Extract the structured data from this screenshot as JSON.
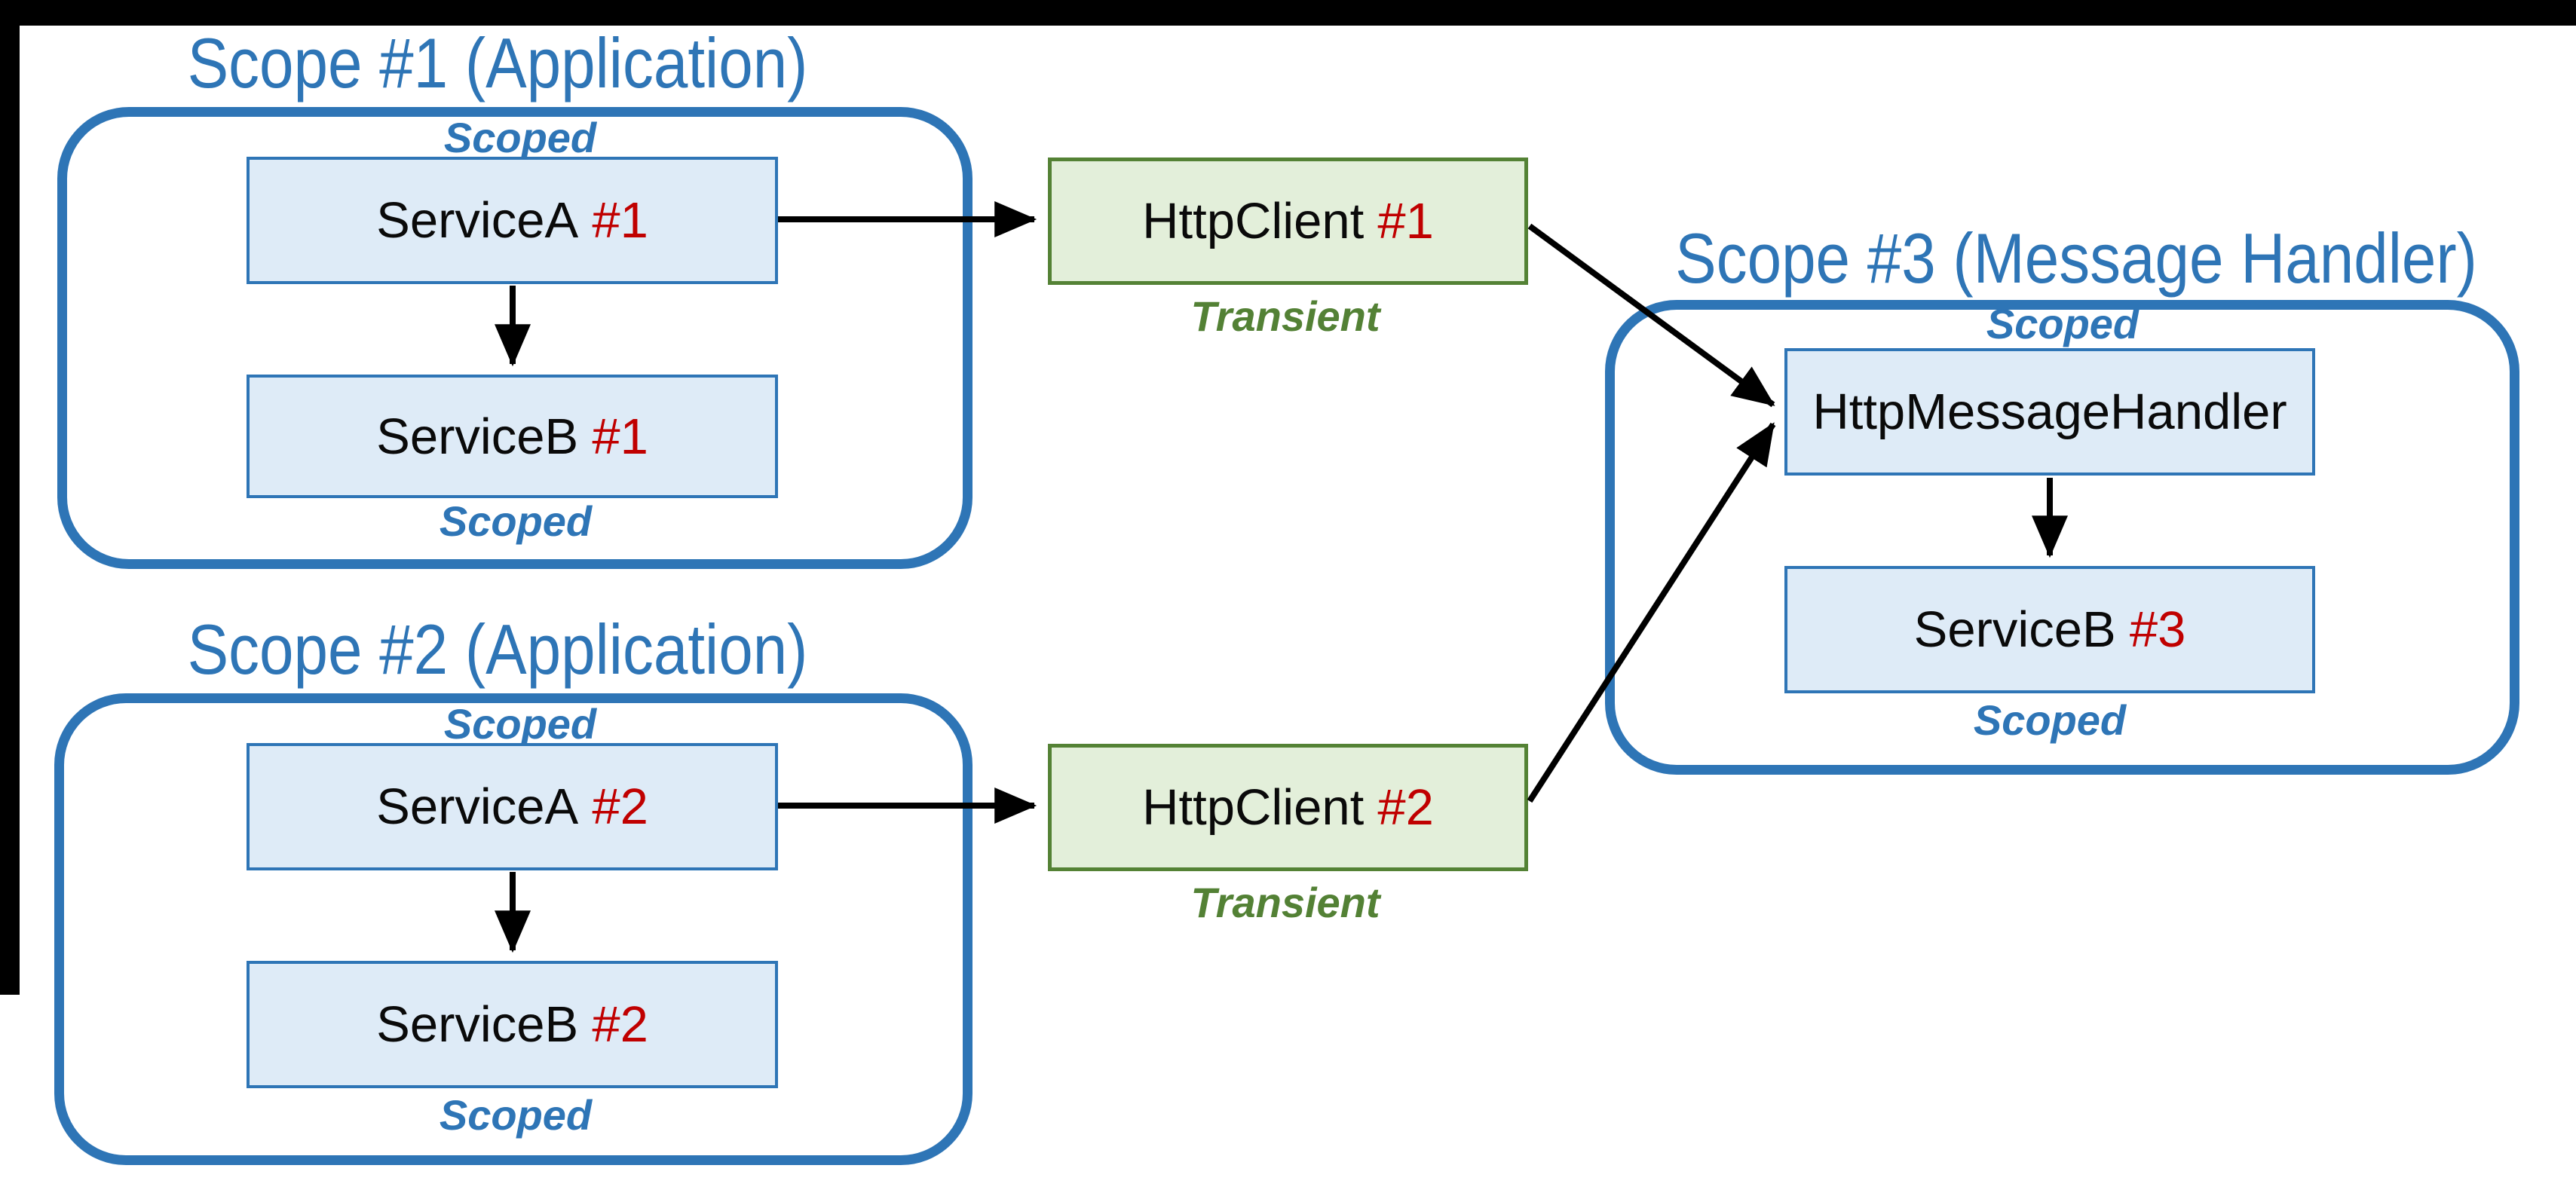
{
  "scopes": [
    {
      "title": "Scope #1 (Application)",
      "top_label": "Scoped",
      "bottom_label": "Scoped",
      "nodes": [
        {
          "name": "ServiceA",
          "instance": "#1"
        },
        {
          "name": "ServiceB",
          "instance": "#1"
        }
      ]
    },
    {
      "title": "Scope #2 (Application)",
      "top_label": "Scoped",
      "bottom_label": "Scoped",
      "nodes": [
        {
          "name": "ServiceA",
          "instance": "#2"
        },
        {
          "name": "ServiceB",
          "instance": "#2"
        }
      ]
    },
    {
      "title": "Scope #3 (Message Handler)",
      "top_label": "Scoped",
      "bottom_label": "Scoped",
      "nodes": [
        {
          "name": "HttpMessageHandler",
          "instance": ""
        },
        {
          "name": "ServiceB",
          "instance": "#3"
        }
      ]
    }
  ],
  "clients": [
    {
      "name": "HttpClient",
      "instance": "#1",
      "lifetime": "Transient"
    },
    {
      "name": "HttpClient",
      "instance": "#2",
      "lifetime": "Transient"
    }
  ],
  "colors": {
    "scope_blue": "#2E75B6",
    "node_blue_fill": "#DEEBF7",
    "node_green_border": "#548235",
    "node_green_fill": "#E3EFDA",
    "lifetime_green": "#538135",
    "instance_red": "#C00000",
    "arrow_black": "#000000"
  }
}
